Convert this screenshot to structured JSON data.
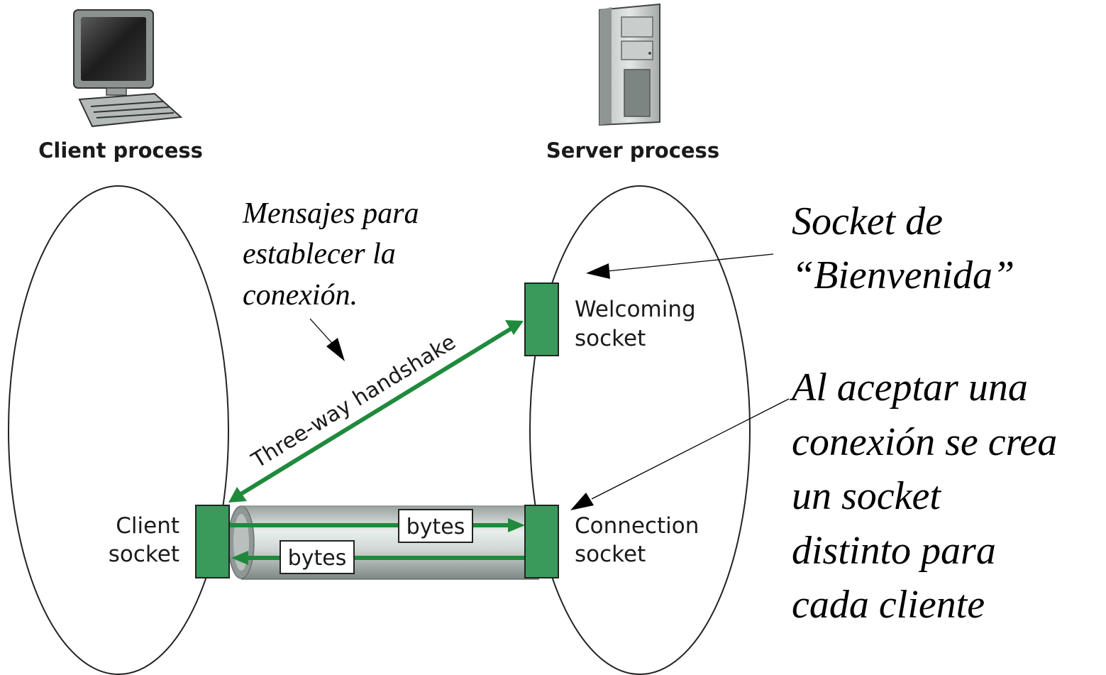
{
  "labels": {
    "client_process": "Client process",
    "server_process": "Server process",
    "welcoming_socket": [
      "Welcoming",
      "socket"
    ],
    "client_socket": [
      "Client",
      "socket"
    ],
    "connection_socket": [
      "Connection",
      "socket"
    ],
    "handshake": "Three-way handshake",
    "bytes_top": "bytes",
    "bytes_bottom": "bytes"
  },
  "annotations": {
    "mensajes": [
      "Mensajes para",
      "establecer la",
      "conexión."
    ],
    "bienvenida": [
      "Socket de",
      "“Bienvenida”"
    ],
    "aceptar": [
      "Al aceptar una",
      "conexión se crea",
      "un socket",
      "distinto para",
      "cada cliente"
    ]
  },
  "colors": {
    "socket_green": "#3a9a5c",
    "arrow_green": "#1f8a3c",
    "outline": "#222222"
  }
}
